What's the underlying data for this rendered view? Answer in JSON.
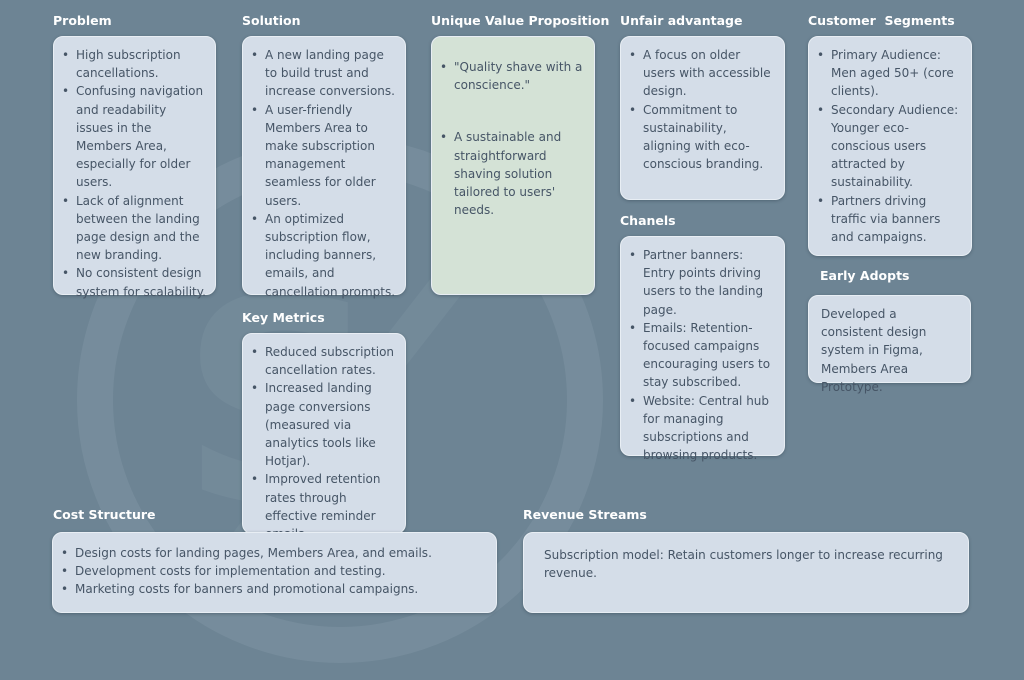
{
  "problem": {
    "title": "Problem",
    "items": [
      "High subscription cancellations.",
      "Confusing navigation and readability issues in the Members Area, especially for older users.",
      "Lack of alignment between the landing page design and the new branding.",
      "No consistent design system for scalability."
    ]
  },
  "solution": {
    "title": "Solution",
    "items": [
      "A new landing page to build trust and increase conversions.",
      "A user-friendly Members Area to make subscription management seamless for older users.",
      "An optimized subscription flow, including banners, emails, and cancellation prompts."
    ]
  },
  "uvp": {
    "title": "Unique Value Proposition",
    "items": [
      "\"Quality shave with a conscience.\"",
      "A sustainable and straightforward shaving solution tailored to users' needs."
    ]
  },
  "unfair_advantage": {
    "title": "Unfair advantage",
    "items": [
      "A focus on older users with accessible design.",
      "Commitment to sustainability, aligning with eco-conscious branding."
    ]
  },
  "customer_segments": {
    "title": "Customer  Segments",
    "items": [
      "Primary Audience: Men aged 50+ (core clients).",
      "Secondary Audience: Younger eco-conscious users attracted by sustainability.",
      "Partners driving traffic via banners and campaigns."
    ]
  },
  "key_metrics": {
    "title": "Key Metrics",
    "items": [
      "Reduced subscription cancellation rates.",
      "Increased landing page conversions (measured via analytics tools like Hotjar).",
      "Improved retention rates through effective reminder emails."
    ]
  },
  "channels": {
    "title": "Chanels",
    "items": [
      "Partner banners: Entry points driving users to the landing page.",
      "Emails: Retention-focused campaigns encouraging users to stay subscribed.",
      "Website: Central hub for managing subscriptions and browsing products."
    ]
  },
  "early_adopters": {
    "title": "Early Adopts",
    "text": "Developed a consistent design system in Figma, Members Area Prototype."
  },
  "cost_structure": {
    "title": "Cost Structure",
    "items": [
      "Design costs for landing pages, Members Area, and emails.",
      "Development costs for implementation and testing.",
      "Marketing costs for banners and promotional campaigns."
    ]
  },
  "revenue_streams": {
    "title": "Revenue Streams",
    "text": "Subscription model: Retain customers longer to increase recurring revenue."
  },
  "colors": {
    "background": "#6d8494",
    "card": "#d4dde8",
    "uvp_card": "#d4e2d6",
    "heading": "#ffffff",
    "text": "#465566"
  }
}
